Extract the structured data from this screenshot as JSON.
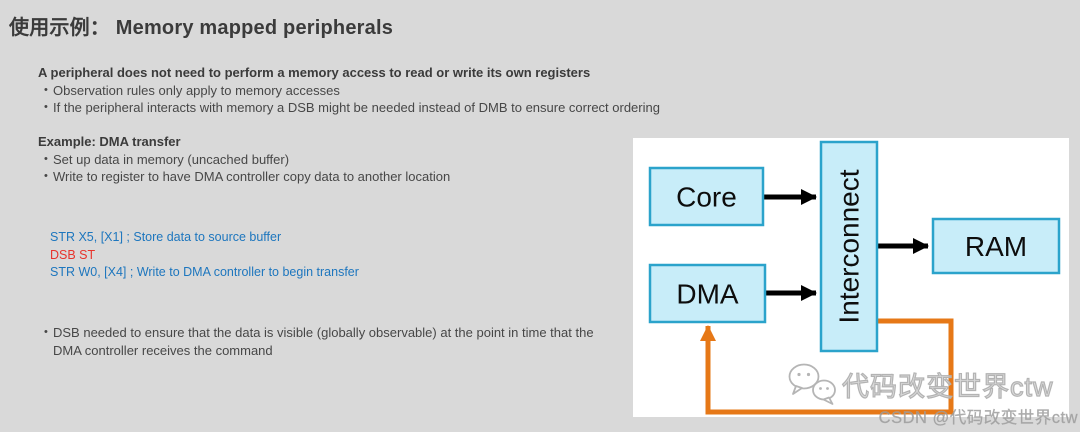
{
  "colors": {
    "page-bg": "#d9d9d9",
    "panel-bg": "#ffffff",
    "text-dark": "#3b3b3b",
    "text-body": "#474747",
    "code-blue": "#1d76be",
    "code-red": "#e7342c",
    "node-fill": "#c8edf9",
    "node-border": "#2ba3cb",
    "arrow-black": "#000000",
    "arrow-orange": "#e67817"
  },
  "chars": {
    "bullet": "•"
  },
  "title": {
    "text": "使用示例： Memory mapped peripherals"
  },
  "intro": {
    "heading": "A peripheral does not need to perform a memory access to read or write its own registers",
    "bullets": [
      "Observation rules only apply to memory accesses",
      "If the peripheral interacts with memory a DSB might be needed instead of DMB to ensure correct ordering"
    ]
  },
  "example": {
    "heading": "Example: DMA transfer",
    "bullets": [
      "Set up data in memory (uncached buffer)",
      "Write to register to have DMA controller copy data to another location"
    ]
  },
  "code": {
    "lines": [
      {
        "text": "STR X5, [X1] ; Store data to source buffer",
        "tone": "blue"
      },
      {
        "text": "DSB ST",
        "tone": "red"
      },
      {
        "text": "STR W0, [X4] ; Write to DMA controller to begin transfer",
        "tone": "blue"
      }
    ]
  },
  "note": {
    "bullets": [
      "DSB needed to ensure that the data is visible (globally observable) at the point in time that the DMA controller receives the command"
    ]
  },
  "diagram": {
    "nodes": {
      "core": "Core",
      "dma": "DMA",
      "interconnect": "Interconnect",
      "ram": "RAM"
    },
    "arrows": [
      "core-to-interconnect",
      "dma-to-interconnect",
      "interconnect-to-ram",
      "interconnect-to-dma-feedback"
    ]
  },
  "watermark": {
    "icon": "wechat-icon",
    "brand": "代码改变世界ctw",
    "csdn": "CSDN @代码改变世界ctw"
  }
}
